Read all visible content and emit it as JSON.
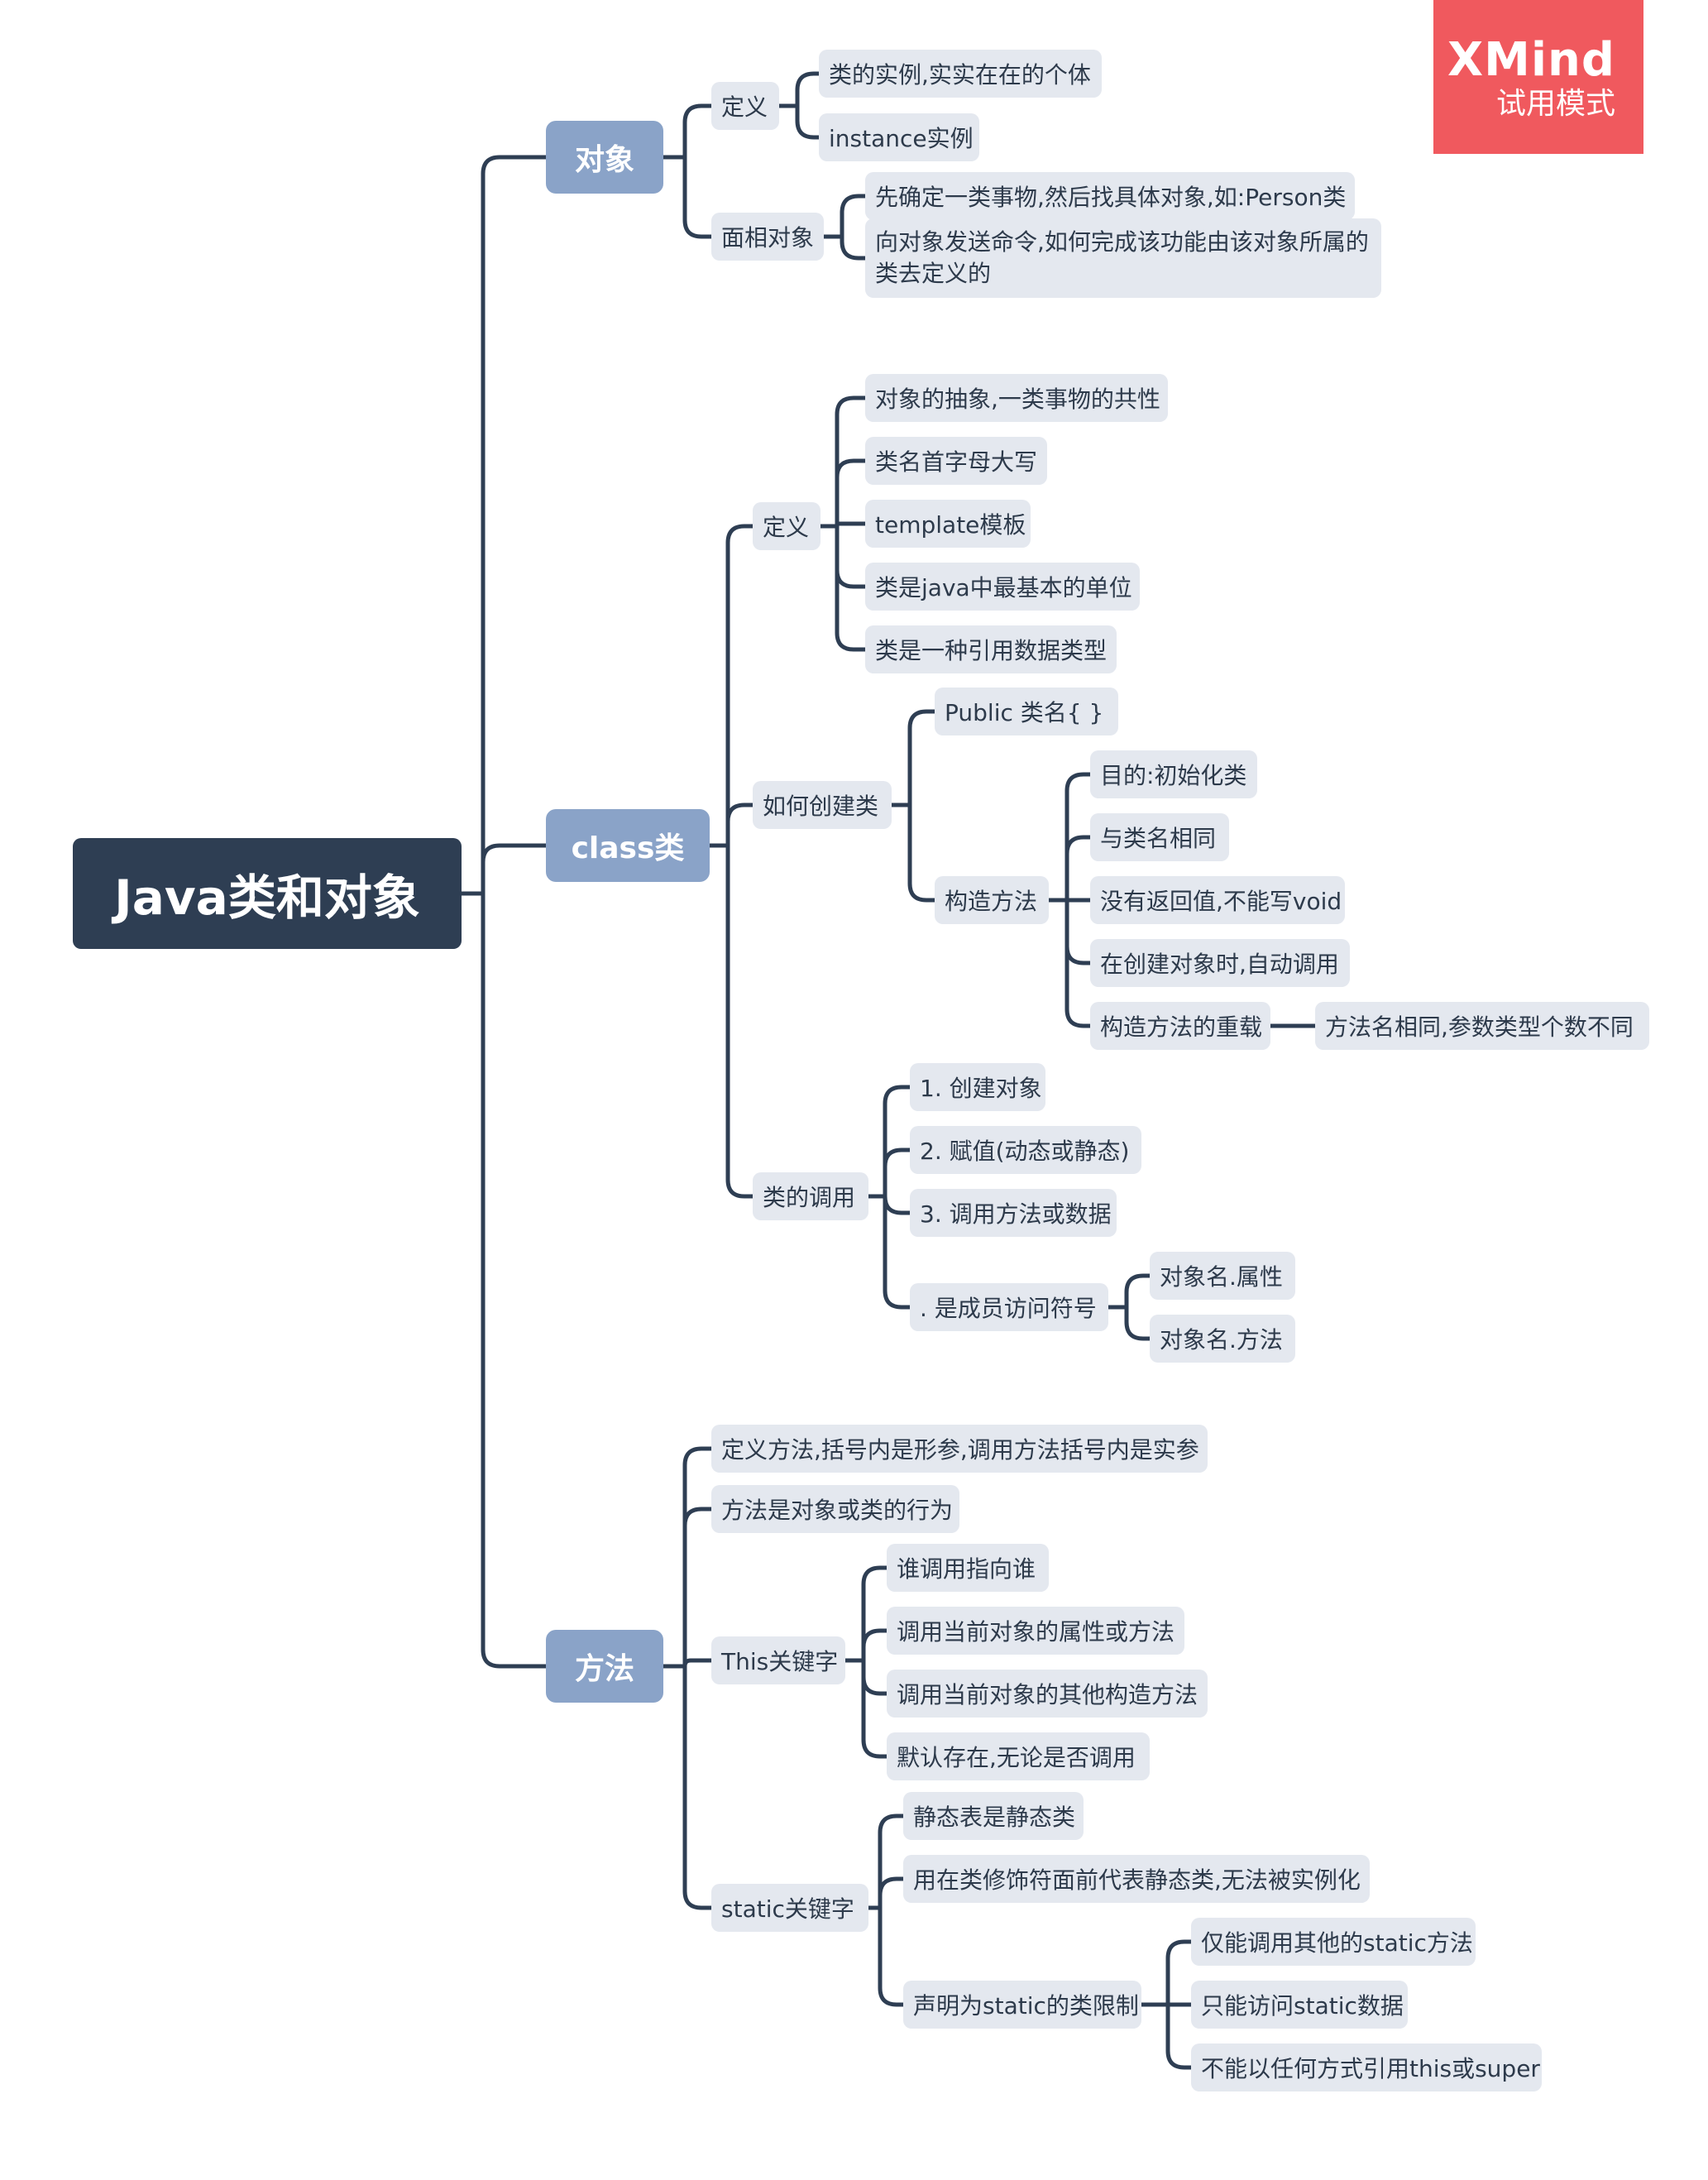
{
  "watermark": {
    "brand": "XMind",
    "mode": "试用模式"
  },
  "map": {
    "root": "Java类和对象",
    "objects": {
      "label": "对象",
      "definition": {
        "label": "定义",
        "items": [
          "类的实例,实实在在的个体",
          "instance实例"
        ]
      },
      "oriented": {
        "label": "面相对象",
        "items": [
          "先确定一类事物,然后找具体对象,如:Person类",
          "向对象发送命令,如何完成该功能由该对象所属的类去定义的"
        ]
      }
    },
    "class": {
      "label": "class类",
      "definition": {
        "label": "定义",
        "items": [
          "对象的抽象,一类事物的共性",
          "类名首字母大写",
          "template模板",
          "类是java中最基本的单位",
          "类是一种引用数据类型"
        ]
      },
      "create": {
        "label": "如何创建类",
        "syntax": "Public 类名{ }",
        "constructor": {
          "label": "构造方法",
          "items": [
            "目的:初始化类",
            "与类名相同",
            "没有返回值,不能写void",
            "在创建对象时,自动调用"
          ],
          "overload": {
            "label": "构造方法的重载",
            "detail": "方法名相同,参数类型个数不同"
          }
        }
      },
      "call": {
        "label": "类的调用",
        "items": [
          "1. 创建对象",
          "2. 赋值(动态或静态)",
          "3. 调用方法或数据"
        ],
        "member_access": {
          "label": ". 是成员访问符号",
          "items": [
            "对象名.属性",
            "对象名.方法"
          ]
        }
      }
    },
    "methods": {
      "label": "方法",
      "items": [
        "定义方法,括号内是形参,调用方法括号内是实参",
        "方法是对象或类的行为"
      ],
      "this_kw": {
        "label": "This关键字",
        "items": [
          "谁调用指向谁",
          "调用当前对象的属性或方法",
          "调用当前对象的其他构造方法",
          "默认存在,无论是否调用"
        ]
      },
      "static_kw": {
        "label": "static关键字",
        "items": [
          "静态表是静态类",
          "用在类修饰符面前代表静态类,无法被实例化"
        ],
        "limits": {
          "label": "声明为static的类限制",
          "items": [
            "仅能调用其他的static方法",
            "只能访问static数据",
            "不能以任何方式引用this或super"
          ]
        }
      }
    }
  }
}
